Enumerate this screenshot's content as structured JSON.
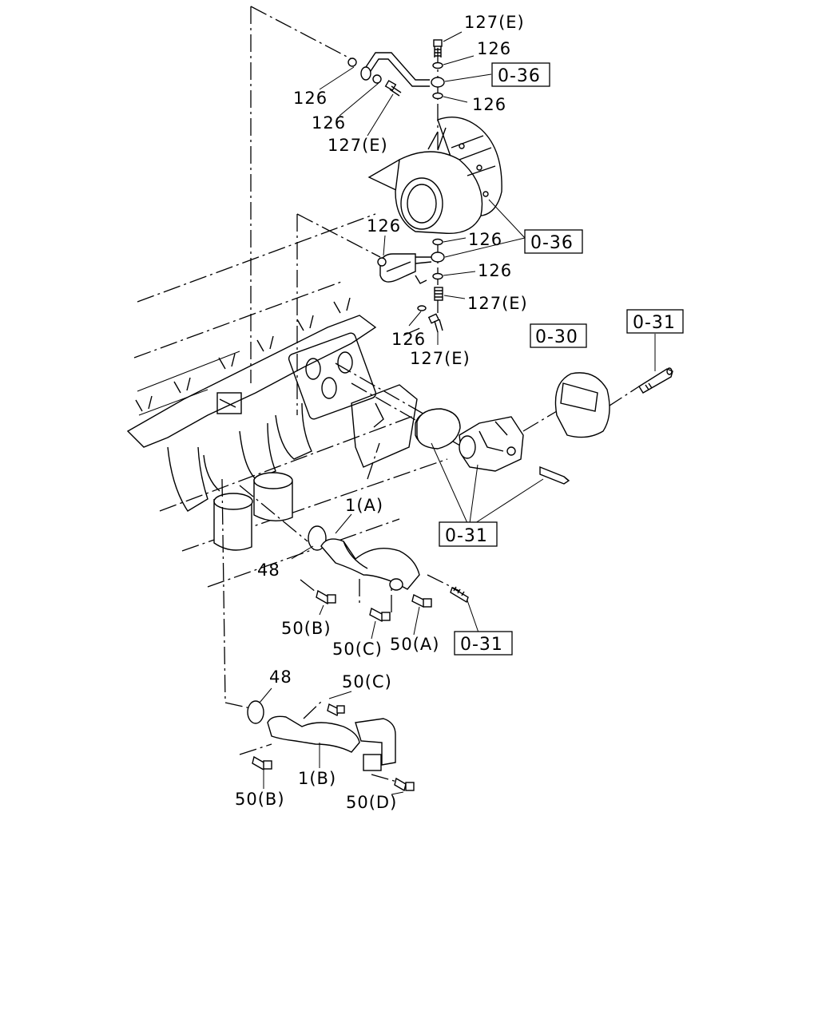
{
  "labels": {
    "bolt_127e_top": "127(E)",
    "washer_126_top": "126",
    "washer_126_left_a": "126",
    "washer_126_left_b": "126",
    "bolt_127e_left": "127(E)",
    "washer_126_under_banjo": "126",
    "washer_126_lower_left": "126",
    "washer_126_lower_right_a": "126",
    "washer_126_lower_right_b": "126",
    "bolt_127e_lower_right": "127(E)",
    "washer_126_bottom": "126",
    "bolt_127e_bottom": "127(E)",
    "pipe_1a": "1(A)",
    "gasket_48_upper": "48",
    "bolt_50b_upper": "50(B)",
    "bolt_50c_upper": "50(C)",
    "bolt_50a": "50(A)",
    "gasket_48_lower": "48",
    "bolt_50c_lower": "50(C)",
    "pipe_1b": "1(B)",
    "bolt_50b_lower": "50(B)",
    "bolt_50d": "50(D)"
  },
  "refs": {
    "turbo_top": "0-36",
    "turbo_mid": "0-36",
    "egr_top_right": "0-31",
    "cooler": "0-30",
    "valve_bottom": "0-31",
    "pipe_stud": "0-31"
  }
}
